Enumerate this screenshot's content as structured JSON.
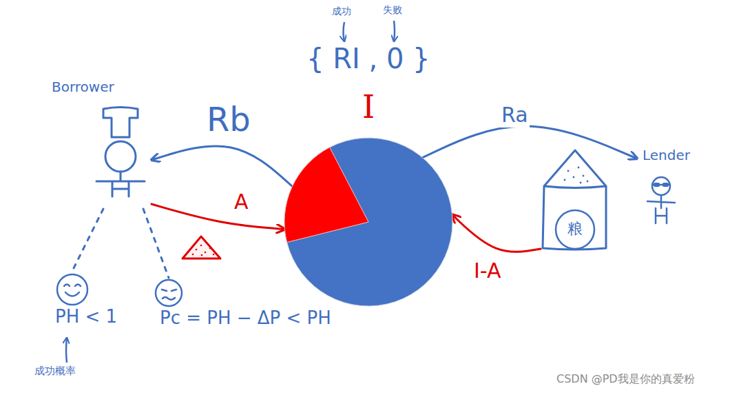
{
  "diagram": {
    "nodes": [
      {
        "text": [
          "Borrower"
        ]
      },
      {
        "text": [
          "I"
        ]
      },
      {
        "text": [
          "粮"
        ]
      },
      {
        "text": [
          "Lender"
        ]
      },
      {
        "text": [
          "PH < 1"
        ]
      },
      {
        "text": [
          "Pc = PH − ΔP < PH"
        ]
      }
    ],
    "edges": [
      {
        "from": 1,
        "to": 0,
        "arrow": "to",
        "label": "Rb"
      },
      {
        "from": 1,
        "to": 3,
        "arrow": "to",
        "label": "Ra"
      },
      {
        "from": 2,
        "to": 1,
        "arrow": "to",
        "label": "I-A"
      },
      {
        "from": 0,
        "to": 1,
        "arrow": "to",
        "label": "A"
      },
      {
        "from": 0,
        "to": 4,
        "arrow": "none"
      },
      {
        "from": 0,
        "to": 5,
        "arrow": "none"
      }
    ],
    "labels": [
      "成功",
      "失败",
      "{ RI , 0 }",
      "成功概率",
      "CSDN @PD我是你的真爱粉"
    ]
  }
}
